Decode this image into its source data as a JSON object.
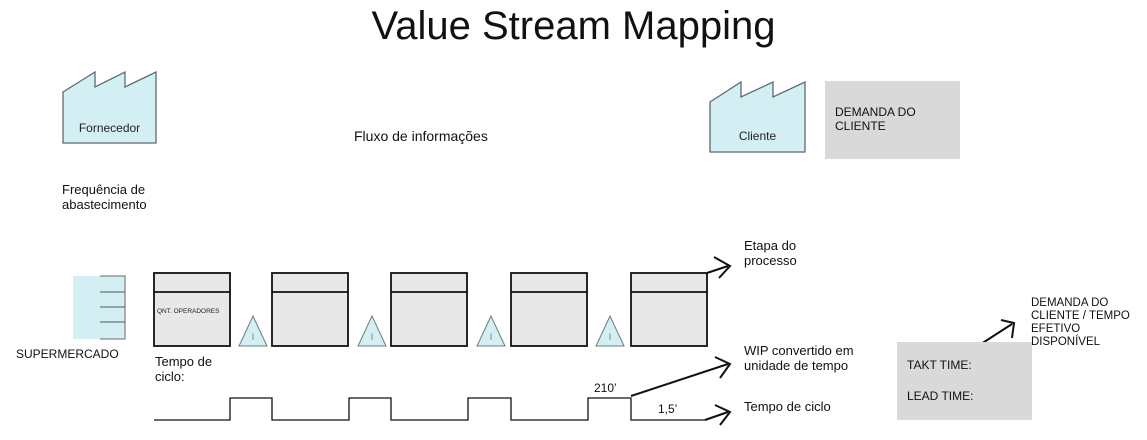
{
  "title": "Value Stream Mapping",
  "supplier": {
    "label": "Fornecedor",
    "icon": "factory-icon"
  },
  "customer": {
    "label": "Cliente",
    "icon": "factory-icon"
  },
  "customer_demand_box": {
    "text": "DEMANDA DO CLIENTE"
  },
  "info_flow_label": "Fluxo de informações",
  "supply_frequency_label": "Frequência de abastecimento",
  "supermarket": {
    "label": "SUPERMERCADO",
    "icon": "supermarket-icon"
  },
  "process_boxes": [
    {
      "operators_label": "QNT. OPERADORES"
    },
    {
      "operators_label": ""
    },
    {
      "operators_label": ""
    },
    {
      "operators_label": ""
    },
    {
      "operators_label": ""
    }
  ],
  "inventory_triangles": [
    {
      "glyph": "I"
    },
    {
      "glyph": "I"
    },
    {
      "glyph": "I"
    },
    {
      "glyph": "I"
    }
  ],
  "cycle_time_label": "Tempo de ciclo:",
  "timeline": {
    "wip_value": "210’",
    "cycle_value": "1,5’"
  },
  "annotations": {
    "process_step": "Etapa do processo",
    "wip_converted": "WIP convertido em unidade de tempo",
    "cycle_time": "Tempo de ciclo",
    "takt_definition": "DEMANDA DO CLIENTE / TEMPO EFETIVO DISPONÍVEL"
  },
  "summary_box": {
    "takt_time_label": "TAKT TIME:",
    "lead_time_label": "LEAD TIME:"
  },
  "colors": {
    "factory_fill": "#d4eff4",
    "factory_stroke": "#5a6b70",
    "process_fill": "#e8e8e8",
    "gray_box": "#d9d9d9",
    "line": "#111111"
  }
}
